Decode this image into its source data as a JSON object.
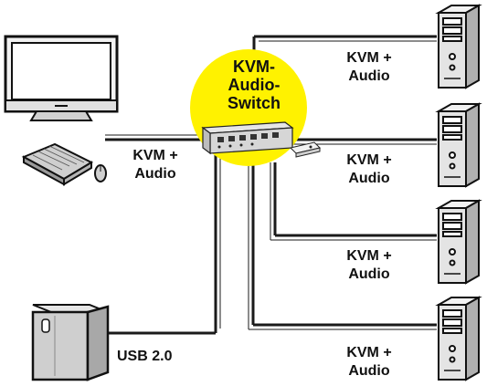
{
  "colors": {
    "ink": "#111111",
    "cable": "#1a1a1a",
    "switch_badge": "#fff200",
    "device_gray": "#cfcfcf",
    "device_light": "#f2f2f2"
  },
  "switch": {
    "title_lines": [
      "KVM-",
      "Audio-",
      "Switch"
    ]
  },
  "connections": {
    "console_label_lines": [
      "KVM +",
      "Audio"
    ],
    "usb_label": "USB 2.0",
    "computers": [
      {
        "label_lines": [
          "KVM +",
          "Audio"
        ]
      },
      {
        "label_lines": [
          "KVM +",
          "Audio"
        ]
      },
      {
        "label_lines": [
          "KVM +",
          "Audio"
        ]
      },
      {
        "label_lines": [
          "KVM +",
          "Audio"
        ]
      }
    ]
  },
  "icons": {
    "monitor": "monitor-icon",
    "keyboard": "keyboard-icon",
    "mouse": "mouse-icon",
    "usb_drive": "usb-hard-drive-icon",
    "tower": "tower-pc-icon",
    "kvm_box": "kvm-switch-box-icon",
    "remote": "remote-control-icon"
  }
}
